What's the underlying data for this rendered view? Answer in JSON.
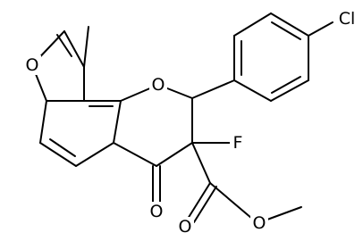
{
  "atom_labels": {
    "furan_o": "O",
    "pyran_o": "O",
    "chlorine": "Cl",
    "fluorine": "F",
    "ketone_o": "O",
    "ester_o_double": "O",
    "ester_o_single": "O"
  }
}
